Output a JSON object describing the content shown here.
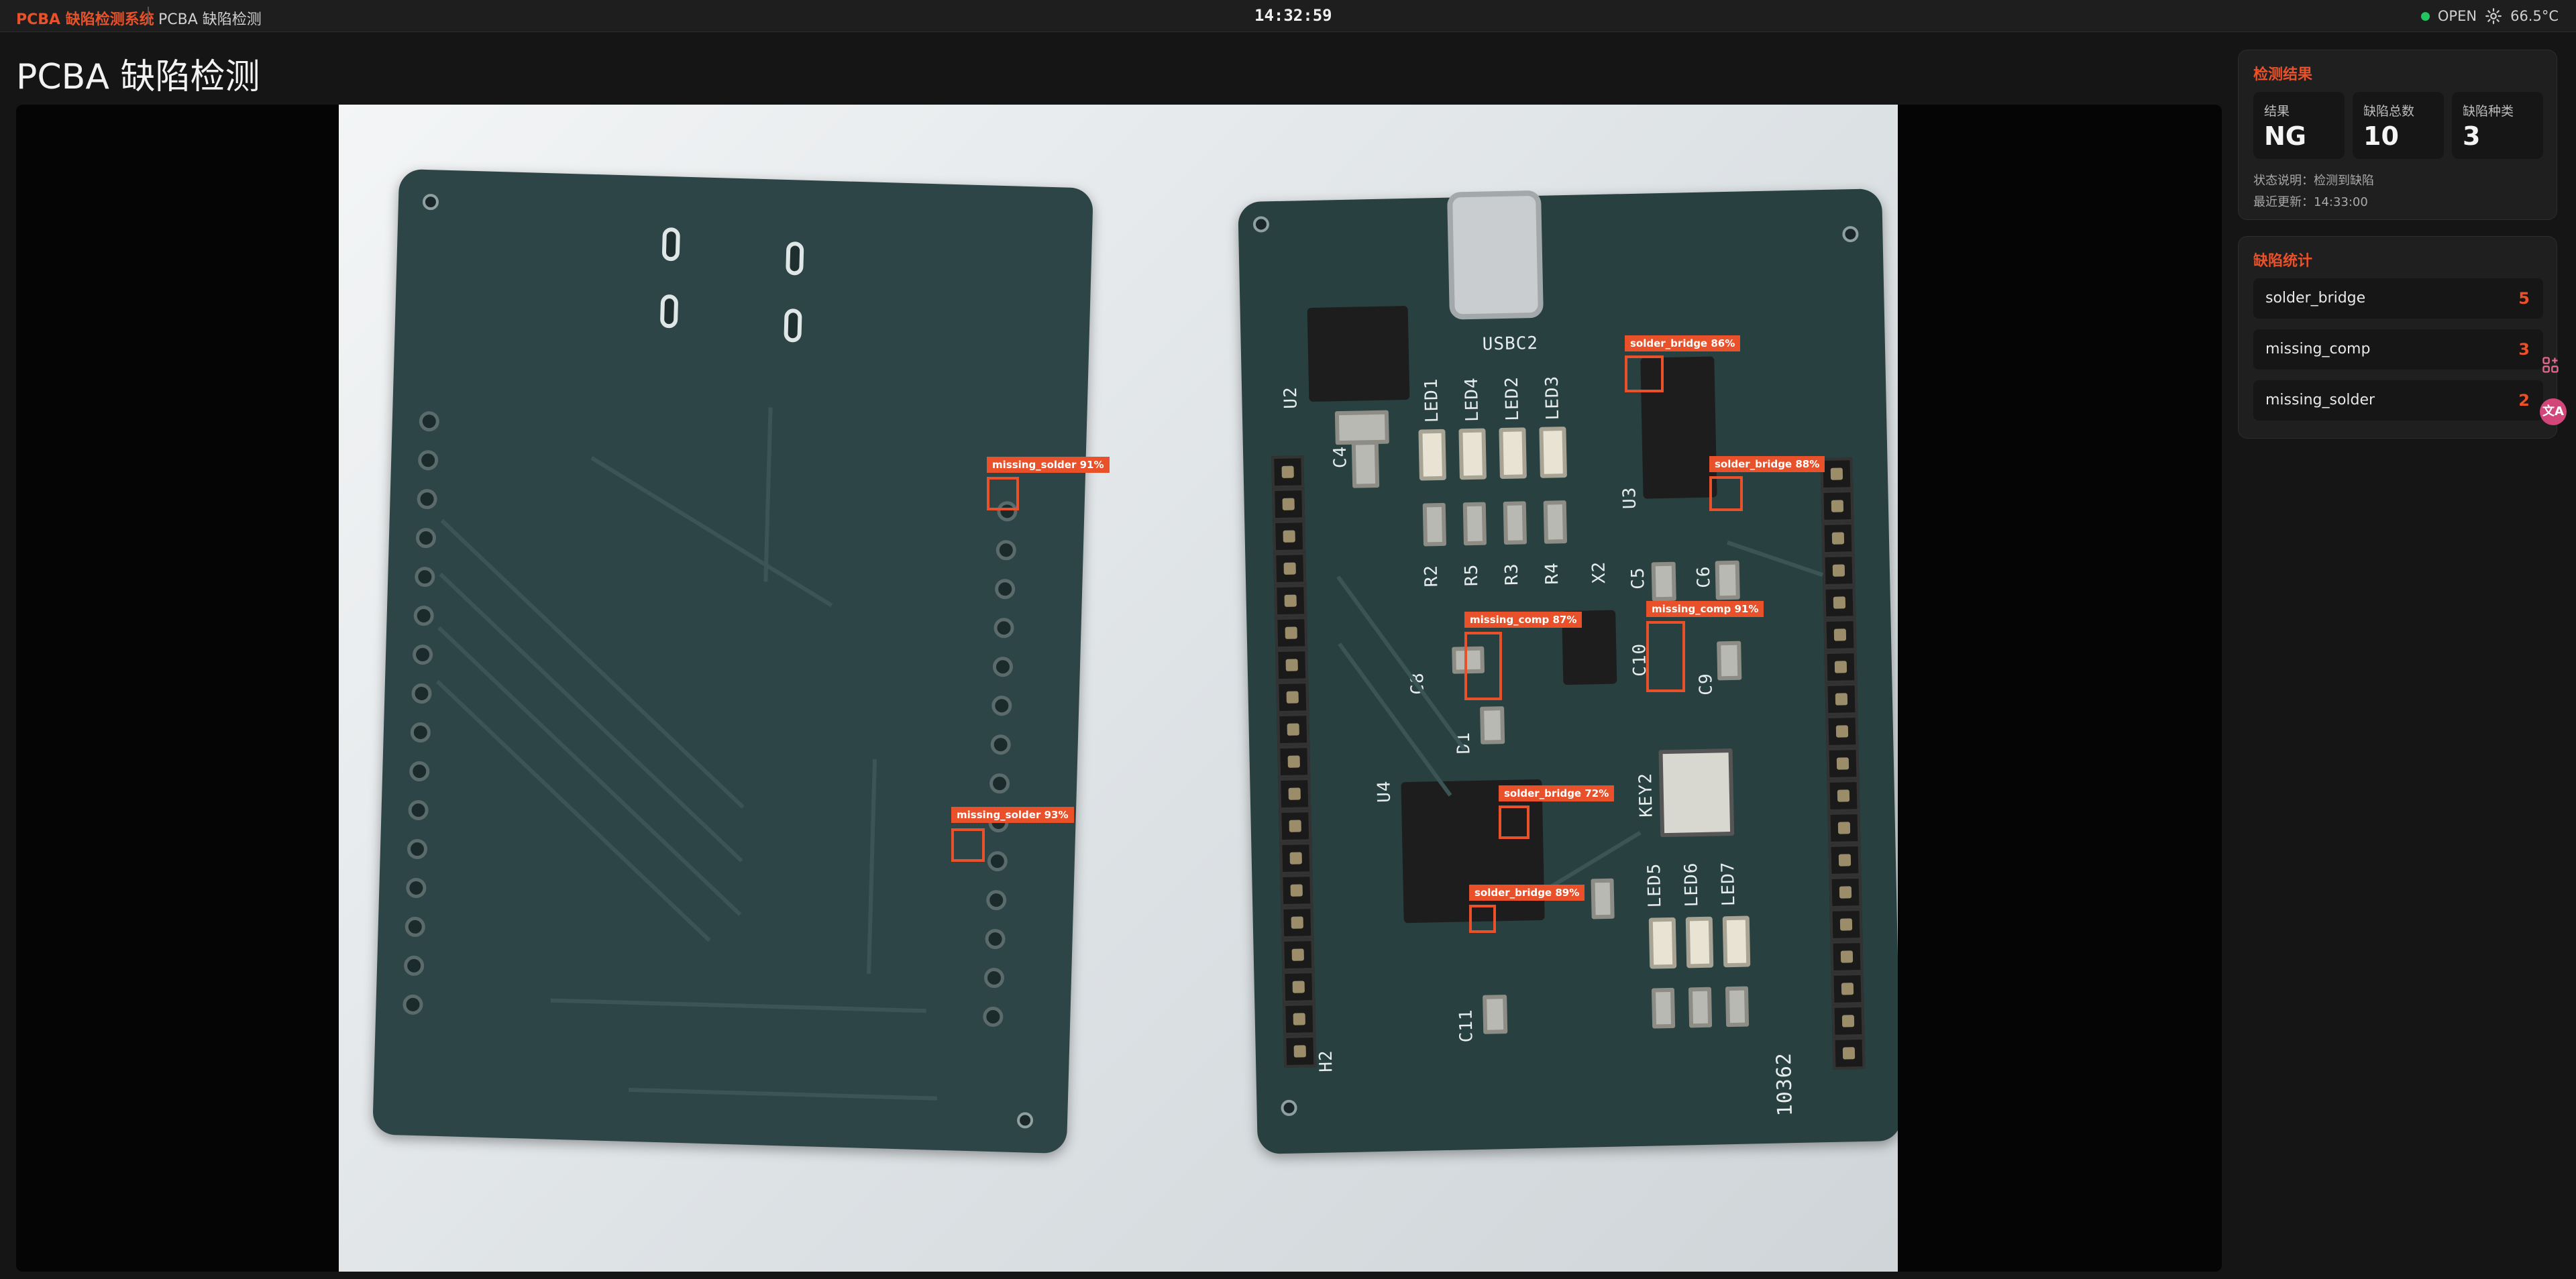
{
  "topbar": {
    "brand": "PCBA 缺陷检测系统",
    "breadcrumb": "PCBA 缺陷检测",
    "clock": "14:32:59",
    "connection": "OPEN",
    "temperature": "66.5°C",
    "status_color": "#22c55e"
  },
  "page": {
    "title": "PCBA 缺陷检测"
  },
  "detections": [
    {
      "label": "missing_solder 91%"
    },
    {
      "label": "missing_solder 93%"
    },
    {
      "label": "solder_bridge 86%"
    },
    {
      "label": "solder_bridge 88%"
    },
    {
      "label": "missing_comp 87%"
    },
    {
      "label": "missing_comp 91%"
    },
    {
      "label": "solder_bridge 72%"
    },
    {
      "label": "solder_bridge 89%"
    }
  ],
  "silkscreen": {
    "u2": "U2",
    "u3": "U3",
    "u4": "U4",
    "c4": "C4",
    "c5": "C5",
    "c6": "C6",
    "c8": "C8",
    "c9": "C9",
    "c10": "C10",
    "c11": "C11",
    "led1": "LED1",
    "led2": "LED2",
    "led3": "LED3",
    "led4": "LED4",
    "led5": "LED5",
    "led6": "LED6",
    "led7": "LED7",
    "r2": "R2",
    "r3": "R3",
    "r4": "R4",
    "r5": "R5",
    "x2": "X2",
    "d1": "D1",
    "key2": "KEY2",
    "h2": "H2",
    "usb": "USBC2",
    "serial": "10362"
  },
  "result_panel": {
    "title": "检测结果",
    "result_label": "结果",
    "result_value": "NG",
    "total_label": "缺陷总数",
    "total_value": "10",
    "types_label": "缺陷种类",
    "types_value": "3",
    "status_note": "状态说明：检测到缺陷",
    "updated_note": "最近更新：14:33:00"
  },
  "stats_panel": {
    "title": "缺陷统计",
    "rows": [
      {
        "name": "solder_bridge",
        "count": "5"
      },
      {
        "name": "missing_comp",
        "count": "3"
      },
      {
        "name": "missing_solder",
        "count": "2"
      }
    ]
  },
  "colors": {
    "accent": "#e8512a",
    "panel": "#1f1f1f",
    "background": "#151515"
  },
  "icons": {
    "settings": "gear-icon",
    "apps": "apps-icon",
    "translate": "translate-icon"
  },
  "translate_label": "文A"
}
